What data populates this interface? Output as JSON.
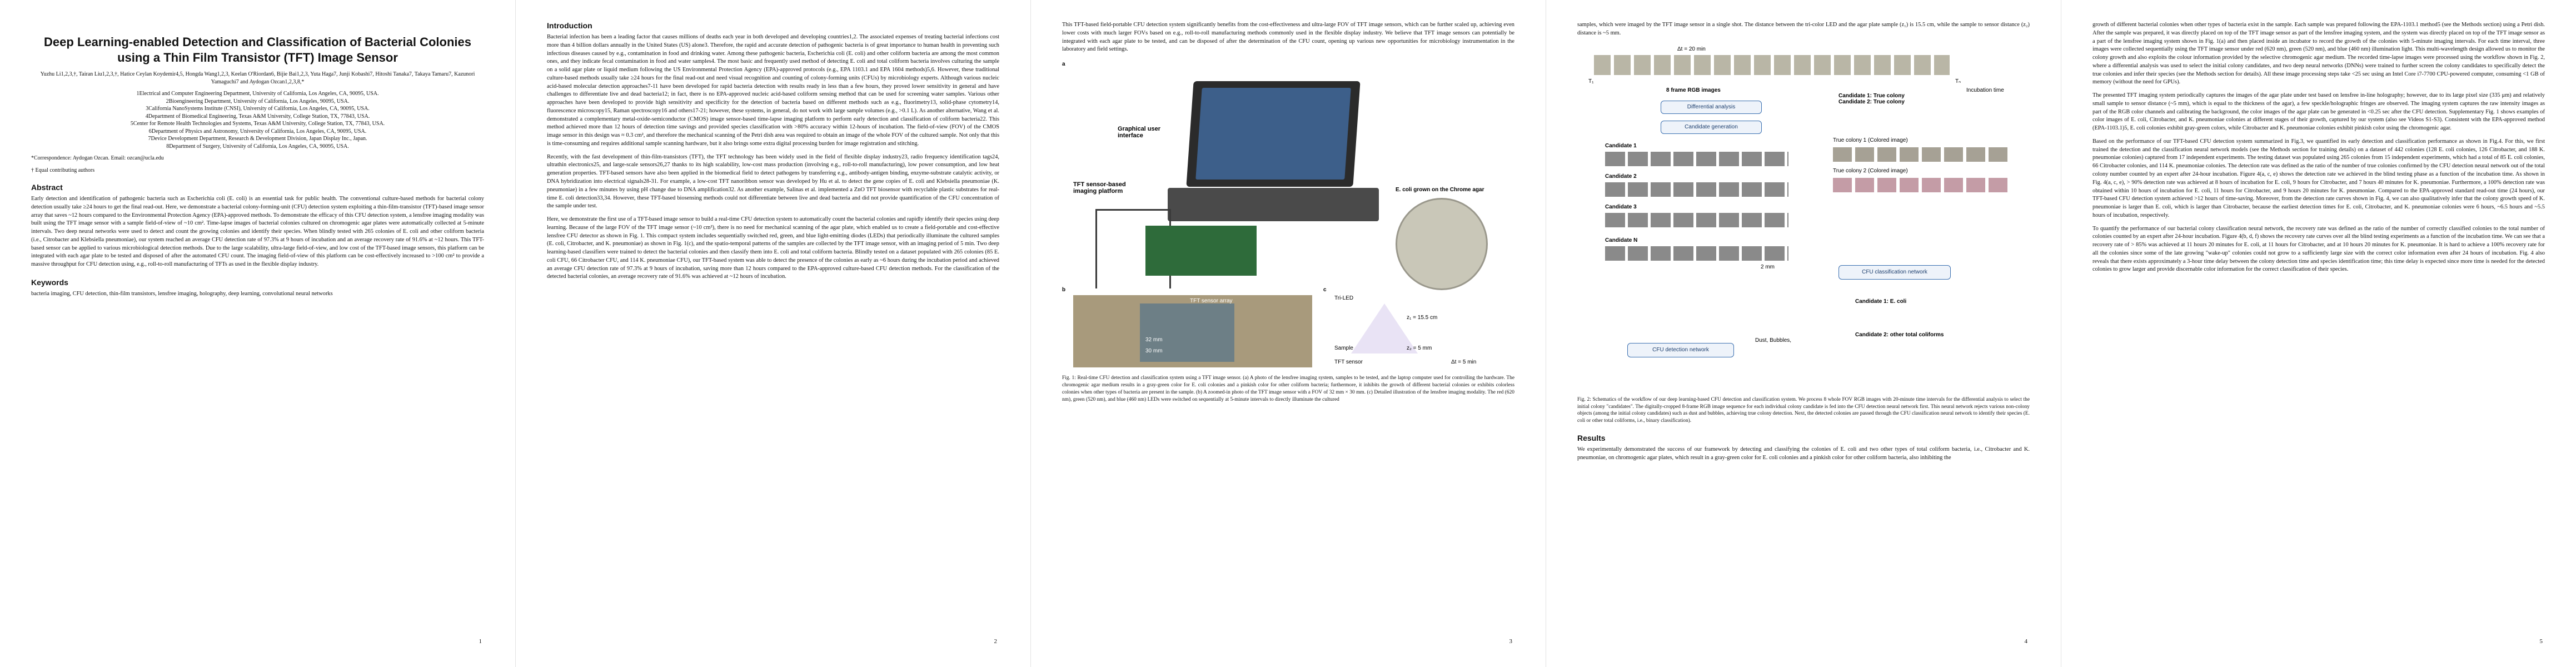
{
  "pages": [
    {
      "number": "1",
      "title": "Deep Learning-enabled Detection and Classification of Bacterial Colonies using a Thin Film Transistor (TFT) Image Sensor",
      "authors": "Yuzhu Li1,2,3,†, Tairan Liu1,2,3,†, Hatice Ceylan Koydemir4,5, Hongda Wang1,2,3, Keelan O'Riordan6, Bijie Bai1,2,3, Yuta Haga7, Junji Kobashi7, Hitoshi Tanaka7, Takaya Tamaru7, Kazunori Yamaguchi7 and Aydogan Ozcan1,2,3,8,*",
      "affiliations": [
        "1Electrical and Computer Engineering Department, University of California, Los Angeles, CA, 90095, USA.",
        "2Bioengineering Department, University of California, Los Angeles, 90095, USA.",
        "3California NanoSystems Institute (CNSI), University of California, Los Angeles, CA, 90095, USA.",
        "4Department of Biomedical Engineering, Texas A&M University, College Station, TX, 77843, USA.",
        "5Center for Remote Health Technologies and Systems, Texas A&M University, College Station, TX, 77843, USA.",
        "6Department of Physics and Astronomy, University of California, Los Angeles, CA, 90095, USA.",
        "7Device Development Department, Research & Development Division, Japan Display Inc., Japan.",
        "8Department of Surgery, University of California, Los Angeles, CA, 90095, USA."
      ],
      "correspondence": "*Correspondence: Aydogan Ozcan. Email: ozcan@ucla.edu",
      "equal": "† Equal contributing authors",
      "abstract_heading": "Abstract",
      "abstract": "Early detection and identification of pathogenic bacteria such as Escherichia coli (E. coli) is an essential task for public health. The conventional culture-based methods for bacterial colony detection usually take ≥24 hours to get the final read-out. Here, we demonstrate a bacterial colony-forming-unit (CFU) detection system exploiting a thin-film-transistor (TFT)-based image sensor array that saves ~12 hours compared to the Environmental Protection Agency (EPA)-approved methods. To demonstrate the efficacy of this CFU detection system, a lensfree imaging modality was built using the TFT image sensor with a sample field-of-view of ~10 cm². Time-lapse images of bacterial colonies cultured on chromogenic agar plates were automatically collected at 5-minute intervals. Two deep neural networks were used to detect and count the growing colonies and identify their species. When blindly tested with 265 colonies of E. coli and other coliform bacteria (i.e., Citrobacter and Klebsiella pneumoniae), our system reached an average CFU detection rate of 97.3% at 9 hours of incubation and an average recovery rate of 91.6% at ~12 hours. This TFT-based sensor can be applied to various microbiological detection methods. Due to the large scalability, ultra-large field-of-view, and low cost of the TFT-based image sensors, this platform can be integrated with each agar plate to be tested and disposed of after the automated CFU count. The imaging field-of-view of this platform can be cost-effectively increased to >100 cm² to provide a massive throughput for CFU detection using, e.g., roll-to-roll manufacturing of TFTs as used in the flexible display industry.",
      "keywords_heading": "Keywords",
      "keywords": "bacteria imaging, CFU detection, thin-film transistors, lensfree imaging, holography, deep learning, convolutional neural networks"
    },
    {
      "number": "2",
      "intro_heading": "Introduction",
      "paragraphs": [
        "Bacterial infection has been a leading factor that causes millions of deaths each year in both developed and developing countries1,2. The associated expenses of treating bacterial infections cost more than 4 billion dollars annually in the United States (US) alone3. Therefore, the rapid and accurate detection of pathogenic bacteria is of great importance to human health in preventing such infectious diseases caused by e.g., contamination in food and drinking water. Among these pathogenic bacteria, Escherichia coli (E. coli) and other coliform bacteria are among the most common ones, and they indicate fecal contamination in food and water samples4. The most basic and frequently used method of detecting E. coli and total coliform bacteria involves culturing the sample on a solid agar plate or liquid medium following the US Environmental Protection Agency (EPA)-approved protocols (e.g., EPA 1103.1 and EPA 1604 methods)5,6. However, these traditional culture-based methods usually take ≥24 hours for the final read-out and need visual recognition and counting of colony-forming units (CFUs) by microbiology experts. Although various nucleic acid-based molecular detection approaches7-11 have been developed for rapid bacteria detection with results ready in less than a few hours, they proved lower sensitivity in general and have challenges to differentiate live and dead bacteria12; in fact, there is no EPA-approved nucleic acid-based coliform sensing method that can be used for screening water samples. Various other approaches have been developed to provide high sensitivity and specificity for the detection of bacteria based on different methods such as e.g., fluorimetry13, solid-phase cytometry14, fluorescence microscopy15, Raman spectroscopy16 and others17-21; however, these systems, in general, do not work with large sample volumes (e.g., >0.1 L). As another alternative, Wang et al. demonstrated a complementary metal-oxide-semiconductor (CMOS) image sensor-based time-lapse imaging platform to perform early detection and classification of coliform bacteria22. This method achieved more than 12 hours of detection time savings and provided species classification with >80% accuracy within 12-hours of incubation. The field-of-view (FOV) of the CMOS image sensor in this design was ≈ 0.3 cm², and therefore the mechanical scanning of the Petri dish area was required to obtain an image of the whole FOV of the cultured sample. Not only that this is time-consuming and requires additional sample scanning hardware, but it also brings some extra digital processing burden for image registration and stitching.",
        "Recently, with the fast development of thin-film-transistors (TFT), the TFT technology has been widely used in the field of flexible display industry23, radio frequency identification tags24, ultrathin electronics25, and large-scale sensors26,27 thanks to its high scalability, low-cost mass production (involving e.g., roll-to-roll manufacturing), low power consumption, and low heat generation properties. TFT-based sensors have also been applied in the biomedical field to detect pathogens by transferring e.g., antibody-antigen binding, enzyme-substrate catalytic activity, or DNA hybridization into electrical signals28-31. For example, a low-cost TFT nanoribbon sensor was developed by Hu et al. to detect the gene copies of E. coli and Klebsiella pneumoniae (K. pneumoniae) in a few minutes by using pH change due to DNA amplification32. As another example, Salinas et al. implemented a ZnO TFT biosensor with recyclable plastic substrates for real-time E. coli detection33,34. However, these TFT-based biosensing methods could not differentiate between live and dead bacteria and did not provide quantification of the CFU concentration of the sample under test.",
        "Here, we demonstrate the first use of a TFT-based image sensor to build a real-time CFU detection system to automatically count the bacterial colonies and rapidly identify their species using deep learning. Because of the large FOV of the TFT image sensor (~10 cm²), there is no need for mechanical scanning of the agar plate, which enabled us to create a field-portable and cost-effective lensfree CFU detector as shown in Fig. 1. This compact system includes sequentially switched red, green, and blue light-emitting diodes (LEDs) that periodically illuminate the cultured samples (E. coli, Citrobacter, and K. pneumoniae) as shown in Fig. 1(c), and the spatio-temporal patterns of the samples are collected by the TFT image sensor, with an imaging period of 5 min. Two deep learning-based classifiers were trained to detect the bacterial colonies and then classify them into E. coli and total coliform bacteria. Blindly tested on a dataset populated with 265 colonies (85 E. coli CFU, 66 Citrobacter CFU, and 114 K. pneumoniae CFU), our TFT-based system was able to detect the presence of the colonies as early as ~6 hours during the incubation period and achieved an average CFU detection rate of 97.3% at 9 hours of incubation, saving more than 12 hours compared to the EPA-approved culture-based CFU detection methods. For the classification of the detected bacterial colonies, an average recovery rate of 91.6% was achieved at ~12 hours of incubation."
      ]
    },
    {
      "number": "3",
      "top_paragraph": "This TFT-based field-portable CFU detection system significantly benefits from the cost-effectiveness and ultra-large FOV of TFT image sensors, which can be further scaled up, achieving even lower costs with much larger FOVs based on e.g., roll-to-roll manufacturing methods commonly used in the flexible display industry. We believe that TFT image sensors can potentially be integrated with each agar plate to be tested, and can be disposed of after the determination of the CFU count, opening up various new opportunities for microbiology instrumentation in the laboratory and field settings.",
      "fig_labels": {
        "a": "a",
        "b": "b",
        "c": "c",
        "gui": "Graphical user interface",
        "platform": "TFT sensor-based imaging platform",
        "ecoli": "E. coli grown on the Chrome agar",
        "sensor_array": "TFT sensor array",
        "tri_led": "Tri-LED",
        "sample": "Sample",
        "tft_sensor": "TFT sensor",
        "z1": "z₁ = 15.5 cm",
        "z2": "z₂ = 5 mm",
        "dim1": "32 mm",
        "dim2": "30 mm",
        "dt": "Δt = 5 min"
      },
      "caption": "Fig. 1: Real-time CFU detection and classification system using a TFT image sensor. (a) A photo of the lensfree imaging system, samples to be tested, and the laptop computer used for controlling the hardware. The chromogenic agar medium results in a gray-green color for E. coli colonies and a pinkish color for other coliform bacteria; furthermore, it inhibits the growth of different bacterial colonies or exhibits colorless colonies when other types of bacteria are present in the sample. (b) A zoomed-in photo of the TFT image sensor with a FOV of 32 mm × 30 mm. (c) Detailed illustration of the lensfree imaging modality. The red (620 nm), green (520 nm), and blue (460 nm) LEDs were switched on sequentially at 5-minute intervals to directly illuminate the cultured"
    },
    {
      "number": "4",
      "top_paragraph": "samples, which were imaged by the TFT image sensor in a single shot. The distance between the tri-color LED and the agar plate sample (z₁) is 15.5 cm, while the sample to sensor distance (z₂) distance is ~5 mm.",
      "fig_labels": {
        "dt": "Δt = 20 min",
        "t1": "T₁",
        "tn": "Tₙ",
        "incubation": "Incubation time",
        "frames": "8 frame RGB images",
        "diff": "Differential analysis",
        "cand_gen": "Candidate generation",
        "cand1": "Candidate 1",
        "cand2": "Candidate 2",
        "cand3": "Candidate 3",
        "candn": "Candidate N",
        "cfu_net": "CFU detection network",
        "cls_net": "CFU classification network",
        "dust": "Dust, Bubbles,",
        "bracket": "Candidate 1: True colony\nCandidate 2: True colony",
        "true1": "True colony 1 (Colored image)",
        "true2": "True colony 2 (Colored image)",
        "ecoli_out": "Candidate 1: E. coli",
        "other_out": "Candidate 2: other total coliforms",
        "scale": "2 mm"
      },
      "caption": "Fig. 2: Schematics of the workflow of our deep learning-based CFU detection and classification system. We process 8 whole FOV RGB images with 20-minute time intervals for the differential analysis to select the initial colony \"candidates\". The digitally-cropped 8-frame RGB image sequence for each individual colony candidate is fed into the CFU detection neural network first. This neural network rejects various non-colony objects (among the initial colony candidates) such as dust and bubbles, achieving true colony detection. Next, the detected colonies are passed through the CFU classification neural network to identify their species (E. coli or other total coliforms, i.e., binary classification).",
      "results_heading": "Results",
      "results_paragraph": "We experimentally demonstrated the success of our framework by detecting and classifying the colonies of E. coli and two other types of total coliform bacteria, i.e., Citrobacter and K. pneumoniae, on chromogenic agar plates, which result in a gray-green color for E. coli colonies and a pinkish color for other coliform bacteria, also inhibiting the"
    },
    {
      "number": "5",
      "paragraphs": [
        "growth of different bacterial colonies when other types of bacteria exist in the sample. Each sample was prepared following the EPA-1103.1 method5 (see the Methods section) using a Petri dish. After the sample was prepared, it was directly placed on top of the TFT image sensor as part of the lensfree imaging system, and the system was directly placed on top of the TFT image sensor as a part of the lensfree imaging system shown in Fig. 1(a) and then placed inside an incubator to record the growth of the colonies with 5-minute imaging intervals. For each time interval, three images were collected sequentially using the TFT image sensor under red (620 nm), green (520 nm), and blue (460 nm) illumination light. This multi-wavelength design allowed us to monitor the colony growth and also exploits the colour information provided by the selective chromogenic agar medium. The recorded time-lapse images were processed using the workflow shown in Fig. 2, where a differential analysis was used to select the initial colony candidates, and two deep neural networks (DNNs) were trained to further screen the colony candidates to specifically detect the true colonies and infer their species (see the Methods section for details). All these image processing steps take <25 sec using an Intel Core i7-7700 CPU-powered computer, consuming <1 GB of memory (without the need for GPUs).",
        "The presented TFT imaging system periodically captures the images of the agar plate under test based on lensfree in-line holography; however, due to its large pixel size (335 μm) and relatively small sample to sensor distance (~5 mm), which is equal to the thickness of the agar), a few speckle/holographic fringes are observed. The imaging system captures the raw intensity images as part of the RGB color channels and calibrating the background, the color images of the agar plate can be generated in <0.25 sec after the CFU detection. Supplementary Fig. 1 shows examples of color images of E. coli, Citrobacter, and K. pneumoniae colonies at different stages of their growth, captured by our system (also see Videos S1-S3). Consistent with the EPA-approved method (EPA-1103.1)5, E. coli colonies exhibit gray-green colors, while Citrobacter and K. pneumoniae colonies exhibit pinkish color using the chromogenic agar.",
        "Based on the performance of our TFT-based CFU detection system summarized in Fig.3, we quantified its early detection and classification performance as shown in Fig.4. For this, we first trained the detection and the classification neural network models (see the Methods section for training details) on a dataset of 442 colonies (128 E. coli colonies, 126 Citrobacter, and 188 K. pneumoniae colonies) captured from 17 independent experiments. The testing dataset was populated using 265 colonies from 15 independent experiments, which had a total of 85 E. coli colonies, 66 Citrobacter colonies, and 114 K. pneumoniae colonies. The detection rate was defined as the ratio of the number of true colonies confirmed by the CFU detection neural network out of the total colony number counted by an expert after 24-hour incubation. Figure 4(a, c, e) shows the detection rate we achieved in the blind testing phase as a function of the incubation time. As shown in Fig. 4(a, c, e), > 90% detection rate was achieved at 8 hours of incubation for E. coli, 9 hours for Citrobacter, and 7 hours 40 minutes for K. pneumoniae. Furthermore, a 100% detection rate was obtained within 10 hours of incubation for E. coli, 11 hours for Citrobacter, and 9 hours 20 minutes for K. pneumoniae. Compared to the EPA-approved standard read-out time (24 hours), our TFT-based CFU detection system achieved >12 hours of time-saving. Moreover, from the detection rate curves shown in Fig. 4, we can also qualitatively infer that the colony growth speed of K. pneumoniae is larger than E. coli, which is larger than Citrobacter, because the earliest detection times for E. coli, Citrobacter, and K. pneumoniae colonies were 6 hours, ~6.5 hours and ~5.5 hours of incubation, respectively.",
        "To quantify the performance of our bacterial colony classification neural network, the recovery rate was defined as the ratio of the number of correctly classified colonies to the total number of colonies counted by an expert after 24-hour incubation. Figure 4(b, d, f) shows the recovery rate curves over all the blind testing experiments as a function of the incubation time. We can see that a recovery rate of > 85% was achieved at 11 hours 20 minutes for E. coli, at 11 hours for Citrobacter, and at 10 hours 20 minutes for K. pneumoniae. It is hard to achieve a 100% recovery rate for all the colonies since some of the late growing \"wake-up\" colonies could not grow to a sufficiently large size with the correct color information even after 24 hours of incubation. Fig. 4 also reveals that there exists approximately a 3-hour time delay between the colony detection time and species identification time; this time delay is expected since more time is needed for the detected colonies to grow larger and provide discernable color information for the correct classification of their species."
      ]
    }
  ]
}
